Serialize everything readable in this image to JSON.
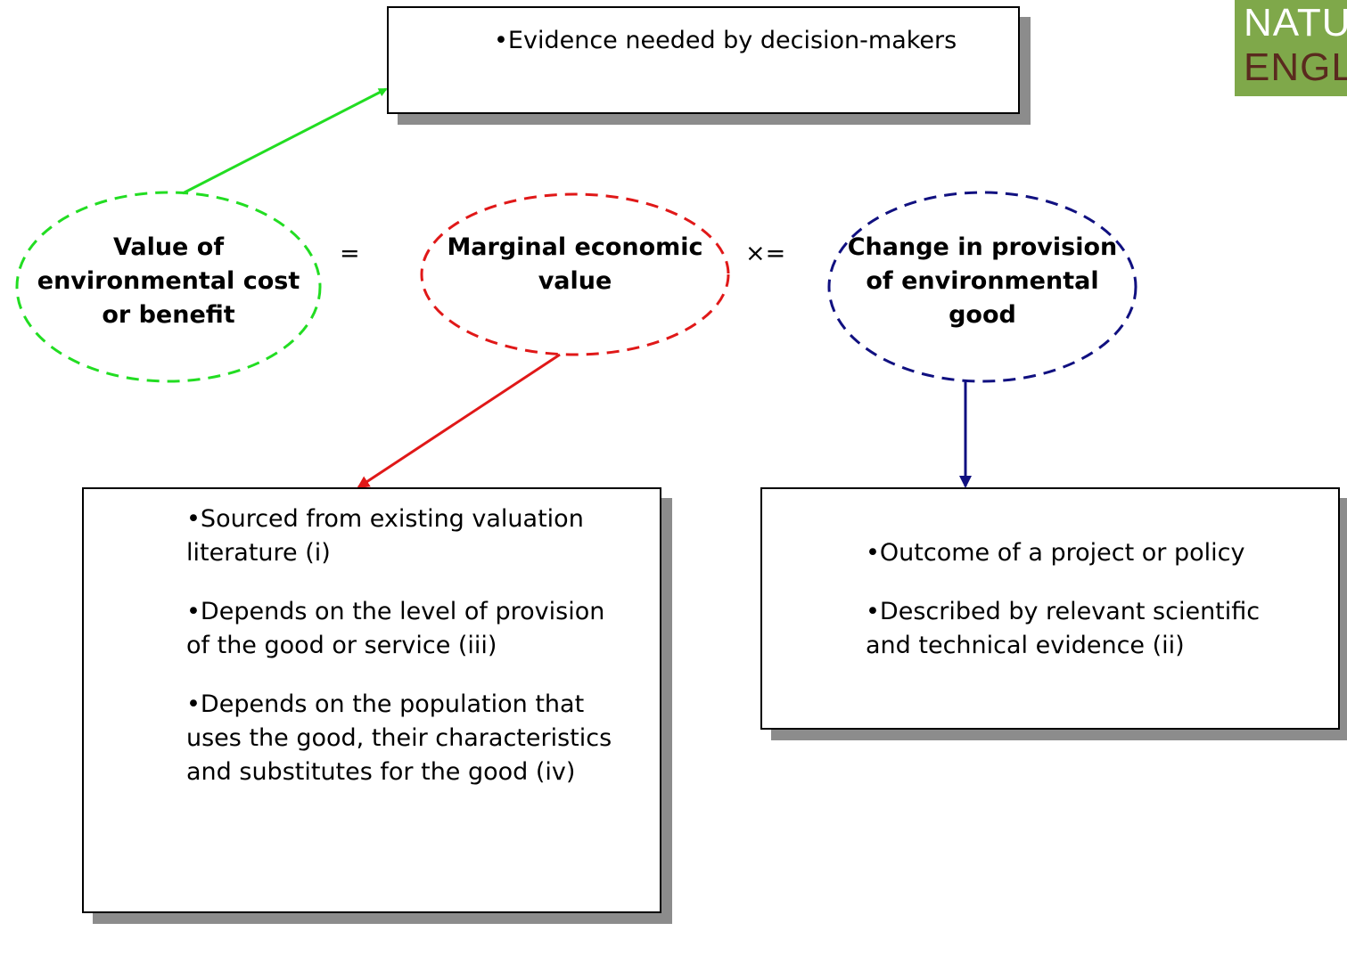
{
  "top_box": {
    "items": [
      "•Evidence needed by decision-makers"
    ]
  },
  "ellipses": {
    "left": {
      "label": "Value of\nenvironmental cost\nor benefit",
      "color": "#22dd22"
    },
    "middle": {
      "label": "Marginal economic\nvalue",
      "color": "#e01818"
    },
    "right": {
      "label": "Change in provision\nof environmental\ngood",
      "color": "#101080"
    }
  },
  "operators": {
    "equals": "=",
    "times_equals": "×="
  },
  "left_box": {
    "items": [
      "•Sourced from existing valuation\nliterature (i)",
      "•Depends on the level of provision\nof the good or service (iii)",
      "•Depends on the population that\nuses the good, their characteristics\nand substitutes for the good (iv)"
    ]
  },
  "right_box": {
    "items": [
      "•Outcome of a project or policy",
      "•Described by relevant scientific\nand technical evidence (ii)"
    ]
  },
  "logo": {
    "line1": "NATURAL",
    "line2": "ENGLAND"
  }
}
